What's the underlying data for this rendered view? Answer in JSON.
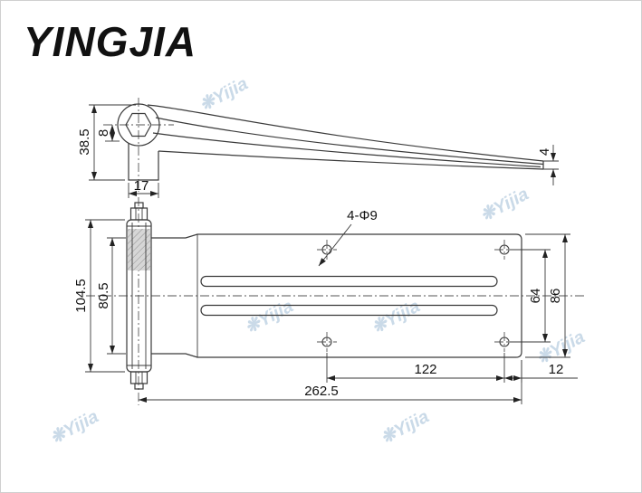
{
  "brand": {
    "logo_text": "YINGJIA",
    "logo_color": "#e50019"
  },
  "watermark": {
    "gear": "❋",
    "text": "Yijia"
  },
  "side_view": {
    "dim_total_height": "38.5",
    "dim_pin_offset": "8",
    "dim_foot_width": "17",
    "dim_tip_thickness": "4"
  },
  "plan_view": {
    "dim_barrel_length": "104.5",
    "dim_strap_width": "80.5",
    "dim_holes_label": "4-Φ9",
    "dim_hole_row_spacing": "64",
    "dim_plate_width": "86",
    "dim_hole_col_spacing": "122",
    "dim_edge_offset": "12",
    "dim_overall_length": "262.5"
  }
}
